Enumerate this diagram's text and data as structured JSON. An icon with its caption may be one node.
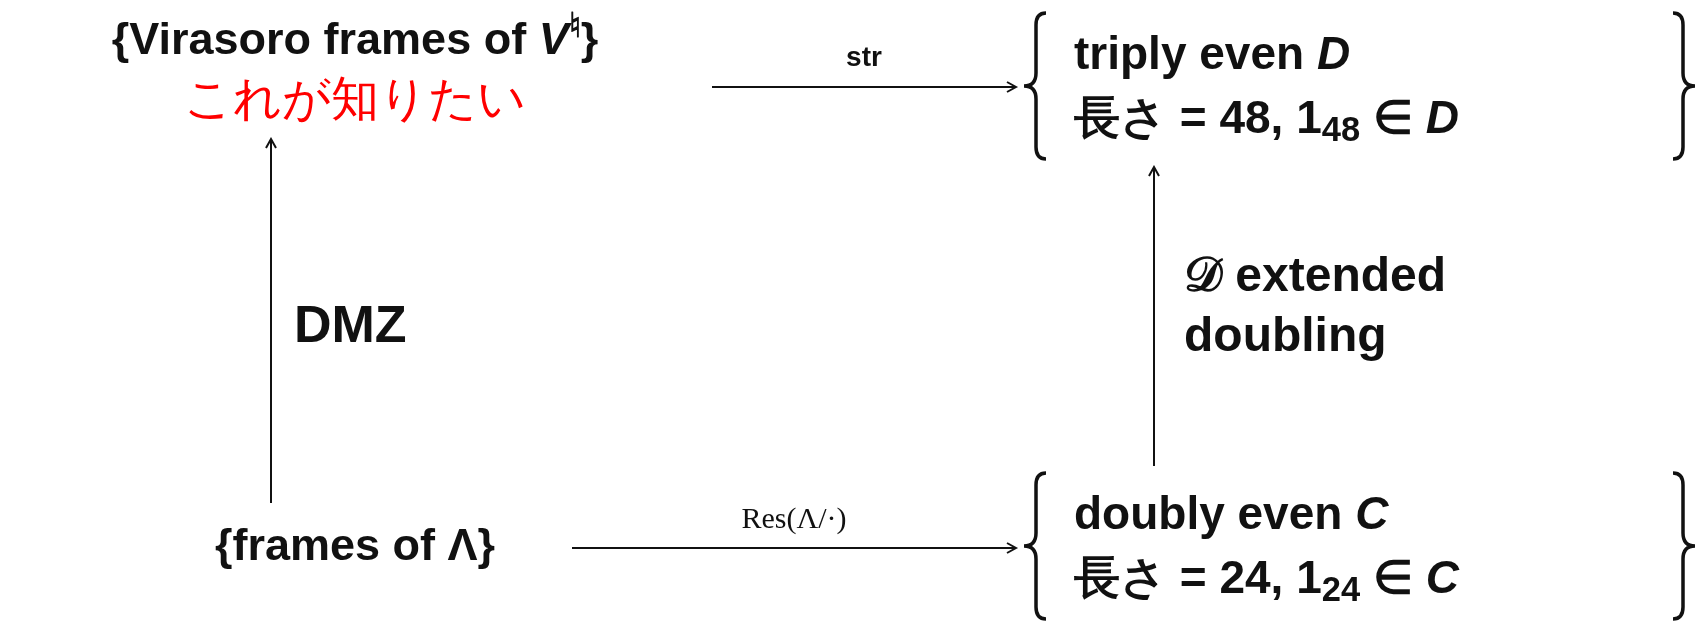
{
  "diagram": {
    "nodes": [
      {
        "text": [
          "{Virasoro frames of *V*$^{♮}$}",
          "これが知りたい"
        ]
      },
      {
        "text": [
          "triply even *D*",
          "長さ = 48,  **1**$_{48}$ ∈ *D*"
        ]
      },
      {
        "text": [
          "{frames of Λ}"
        ]
      },
      {
        "text": [
          "doubly even *C*",
          "長さ = 24,  **1**$_{24}$ ∈ *C*"
        ]
      }
    ],
    "edges": [
      {
        "from": 0,
        "to": 1,
        "arrow": "to",
        "label": "str"
      },
      {
        "from": 2,
        "to": 0,
        "arrow": "to",
        "label": "DMZ"
      },
      {
        "from": 3,
        "to": 1,
        "arrow": "to",
        "label": "𝒟 extended doubling"
      },
      {
        "from": 2,
        "to": 3,
        "arrow": "to",
        "label": "Res(Λ/·)"
      }
    ]
  }
}
